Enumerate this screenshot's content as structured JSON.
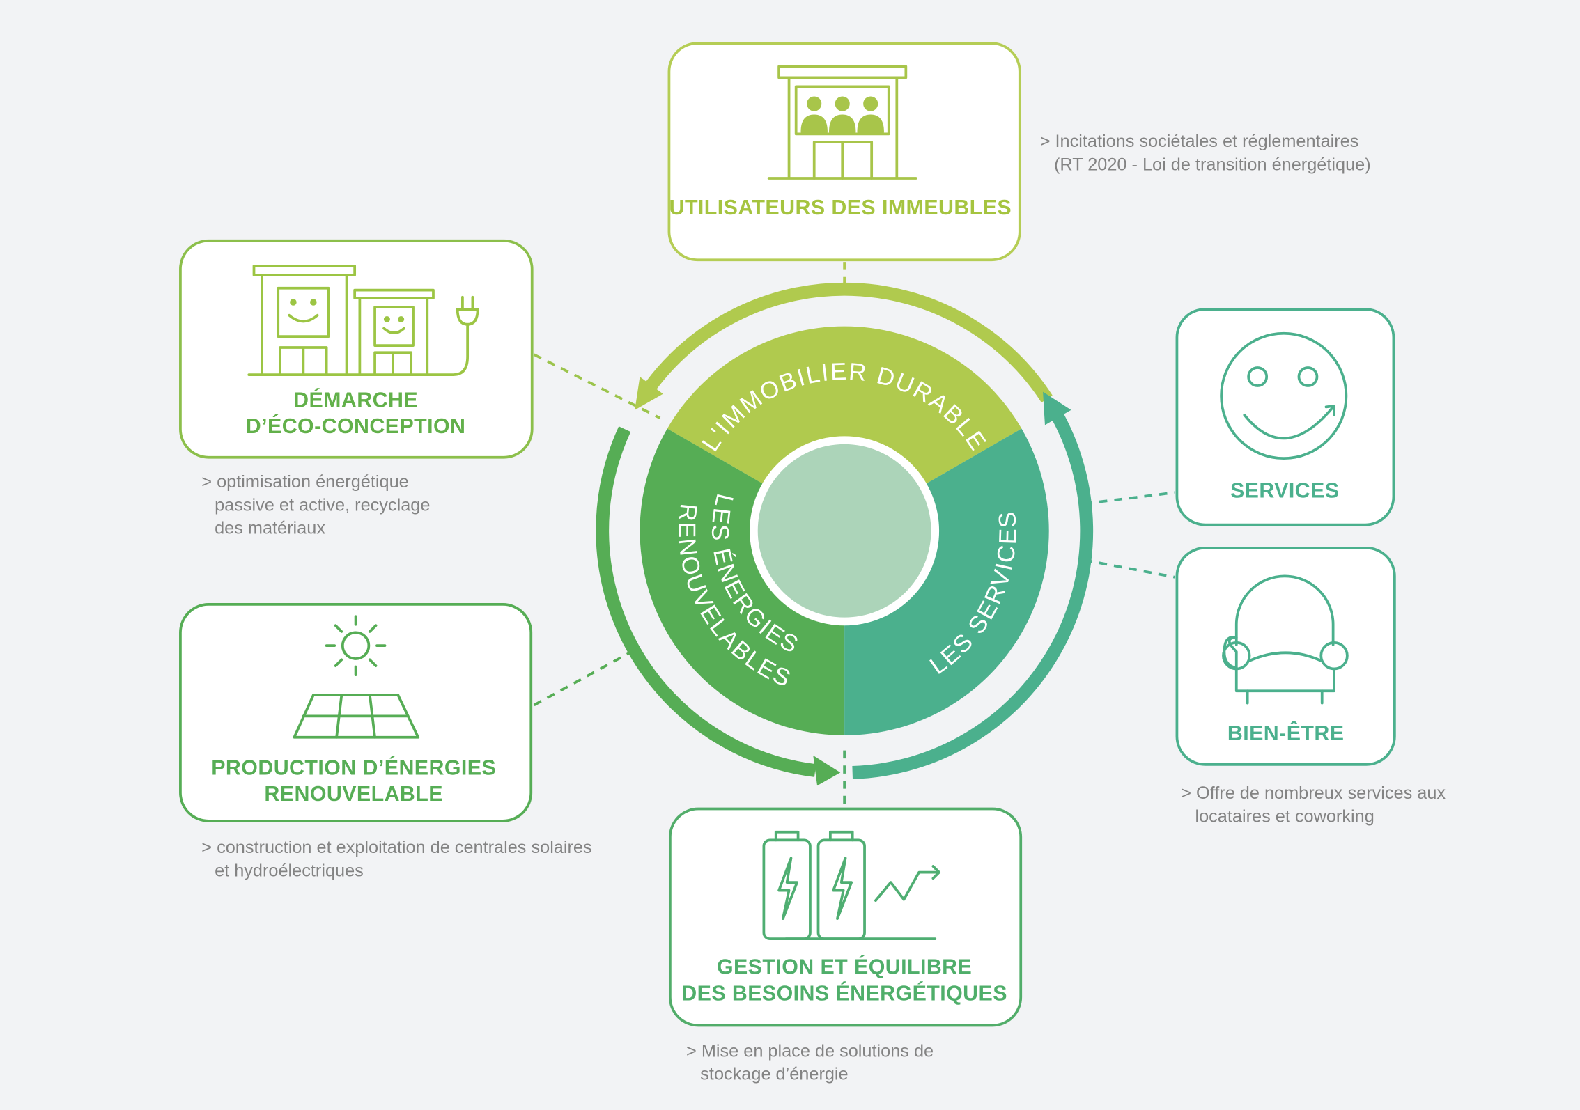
{
  "colors": {
    "lime": "#b0ca4e",
    "green": "#56ad55",
    "teal": "#4bb08d",
    "center": "#acd4b9",
    "caption": "#838383",
    "background": "#f2f3f5"
  },
  "wheel": {
    "top": "L'IMMOBILIER DURABLE",
    "left_line1": "LES ÉNERGIES",
    "left_line2": "RENOUVELABLES",
    "right": "LES SERVICES"
  },
  "cards": {
    "users": {
      "icon": "building-people-icon",
      "title": "UTILISATEURS DES IMMEUBLES",
      "caption": [
        "> Incitations sociétales et réglementaires",
        "(RT 2020 - Loi de transition énergétique)"
      ]
    },
    "eco": {
      "icon": "eco-buildings-plug-icon",
      "title": [
        "DÉMARCHE",
        "D’ÉCO-CONCEPTION"
      ],
      "caption": [
        "> optimisation énergétique",
        "passive et active, recyclage",
        "des matériaux"
      ]
    },
    "production": {
      "icon": "sun-solar-panel-icon",
      "title": [
        "PRODUCTION D’ÉNERGIES",
        "RENOUVELABLE"
      ],
      "caption": [
        "> construction et exploitation  de centrales solaires",
        "et hydroélectriques"
      ]
    },
    "gestion": {
      "icon": "batteries-chart-icon",
      "title": [
        "GESTION ET ÉQUILIBRE",
        "DES BESOINS ÉNERGÉTIQUES"
      ],
      "caption": [
        "> Mise en place de solutions de",
        "stockage d’énergie"
      ]
    },
    "services": {
      "icon": "smiley-icon",
      "title": "SERVICES"
    },
    "bienetre": {
      "icon": "armchair-icon",
      "title": "BIEN-ÊTRE",
      "caption": [
        "> Offre de nombreux services aux",
        "locataires et coworking"
      ]
    }
  }
}
